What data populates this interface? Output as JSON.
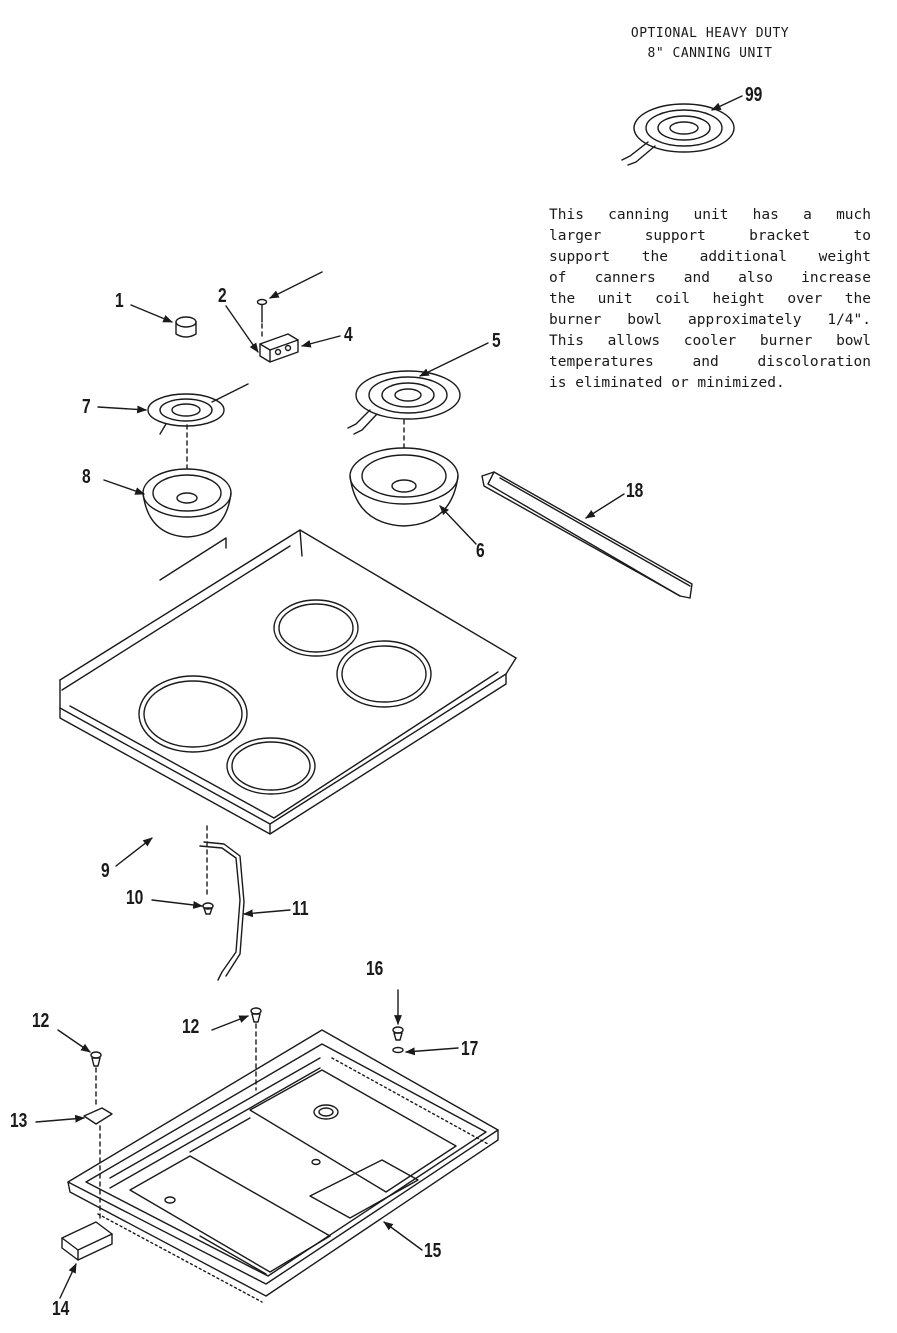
{
  "header": {
    "line1": "OPTIONAL HEAVY DUTY",
    "line2": "8\" CANNING UNIT"
  },
  "note": {
    "lines": [
      "This canning unit has a much",
      "larger support bracket to",
      "support the additional weight",
      "of canners and also increase",
      "the unit coil height over the",
      "burner bowl approximately 1/4\".",
      "This allows cooler burner bowl",
      "temperatures and discoloration",
      "is eliminated or minimized."
    ]
  },
  "callouts": {
    "c1": "1",
    "c2": "2",
    "c4": "4",
    "c5": "5",
    "c6": "6",
    "c7": "7",
    "c8": "8",
    "c9": "9",
    "c10": "10",
    "c11": "11",
    "c12a": "12",
    "c12b": "12",
    "c13": "13",
    "c14": "14",
    "c15": "15",
    "c16": "16",
    "c17": "17",
    "c18": "18",
    "c99": "99"
  }
}
